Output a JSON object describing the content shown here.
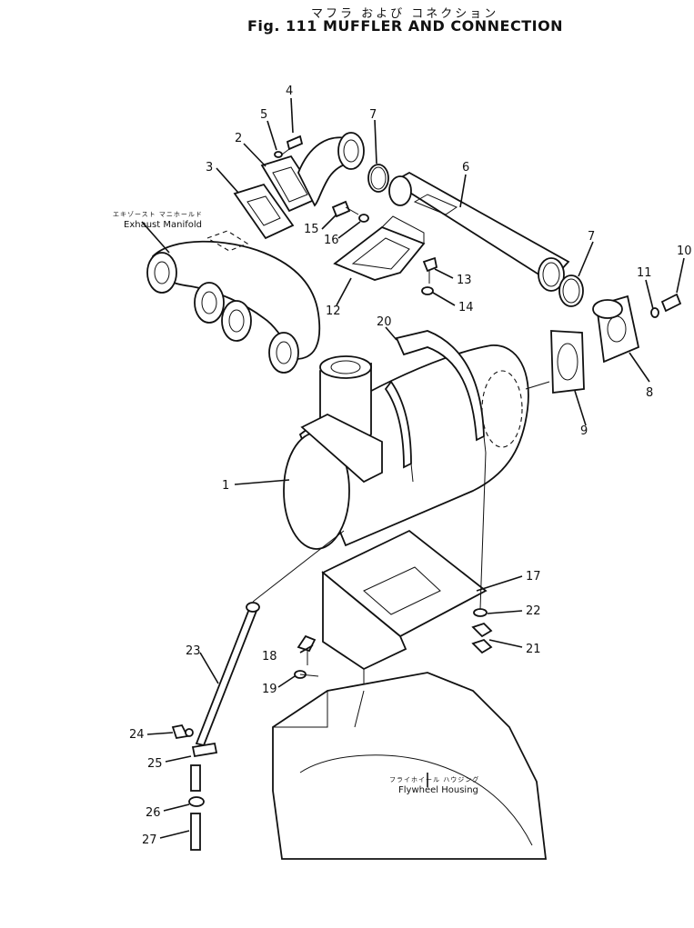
{
  "title": {
    "japanese": "マフラ および コネクション",
    "english": "Fig. 111 MUFFLER AND CONNECTION"
  },
  "notes": {
    "exhaust_manifold_jp": "エキゾースト マニホールド",
    "exhaust_manifold_en": "Exhaust Manifold",
    "flywheel_housing_jp": "フライホイール ハウジング",
    "flywheel_housing_en": "Flywheel Housing"
  },
  "callouts": [
    "1",
    "2",
    "3",
    "4",
    "5",
    "6",
    "7",
    "7",
    "8",
    "9",
    "10",
    "11",
    "12",
    "13",
    "14",
    "15",
    "16",
    "17",
    "18",
    "19",
    "20",
    "21",
    "22",
    "23",
    "24",
    "25",
    "26",
    "27"
  ]
}
